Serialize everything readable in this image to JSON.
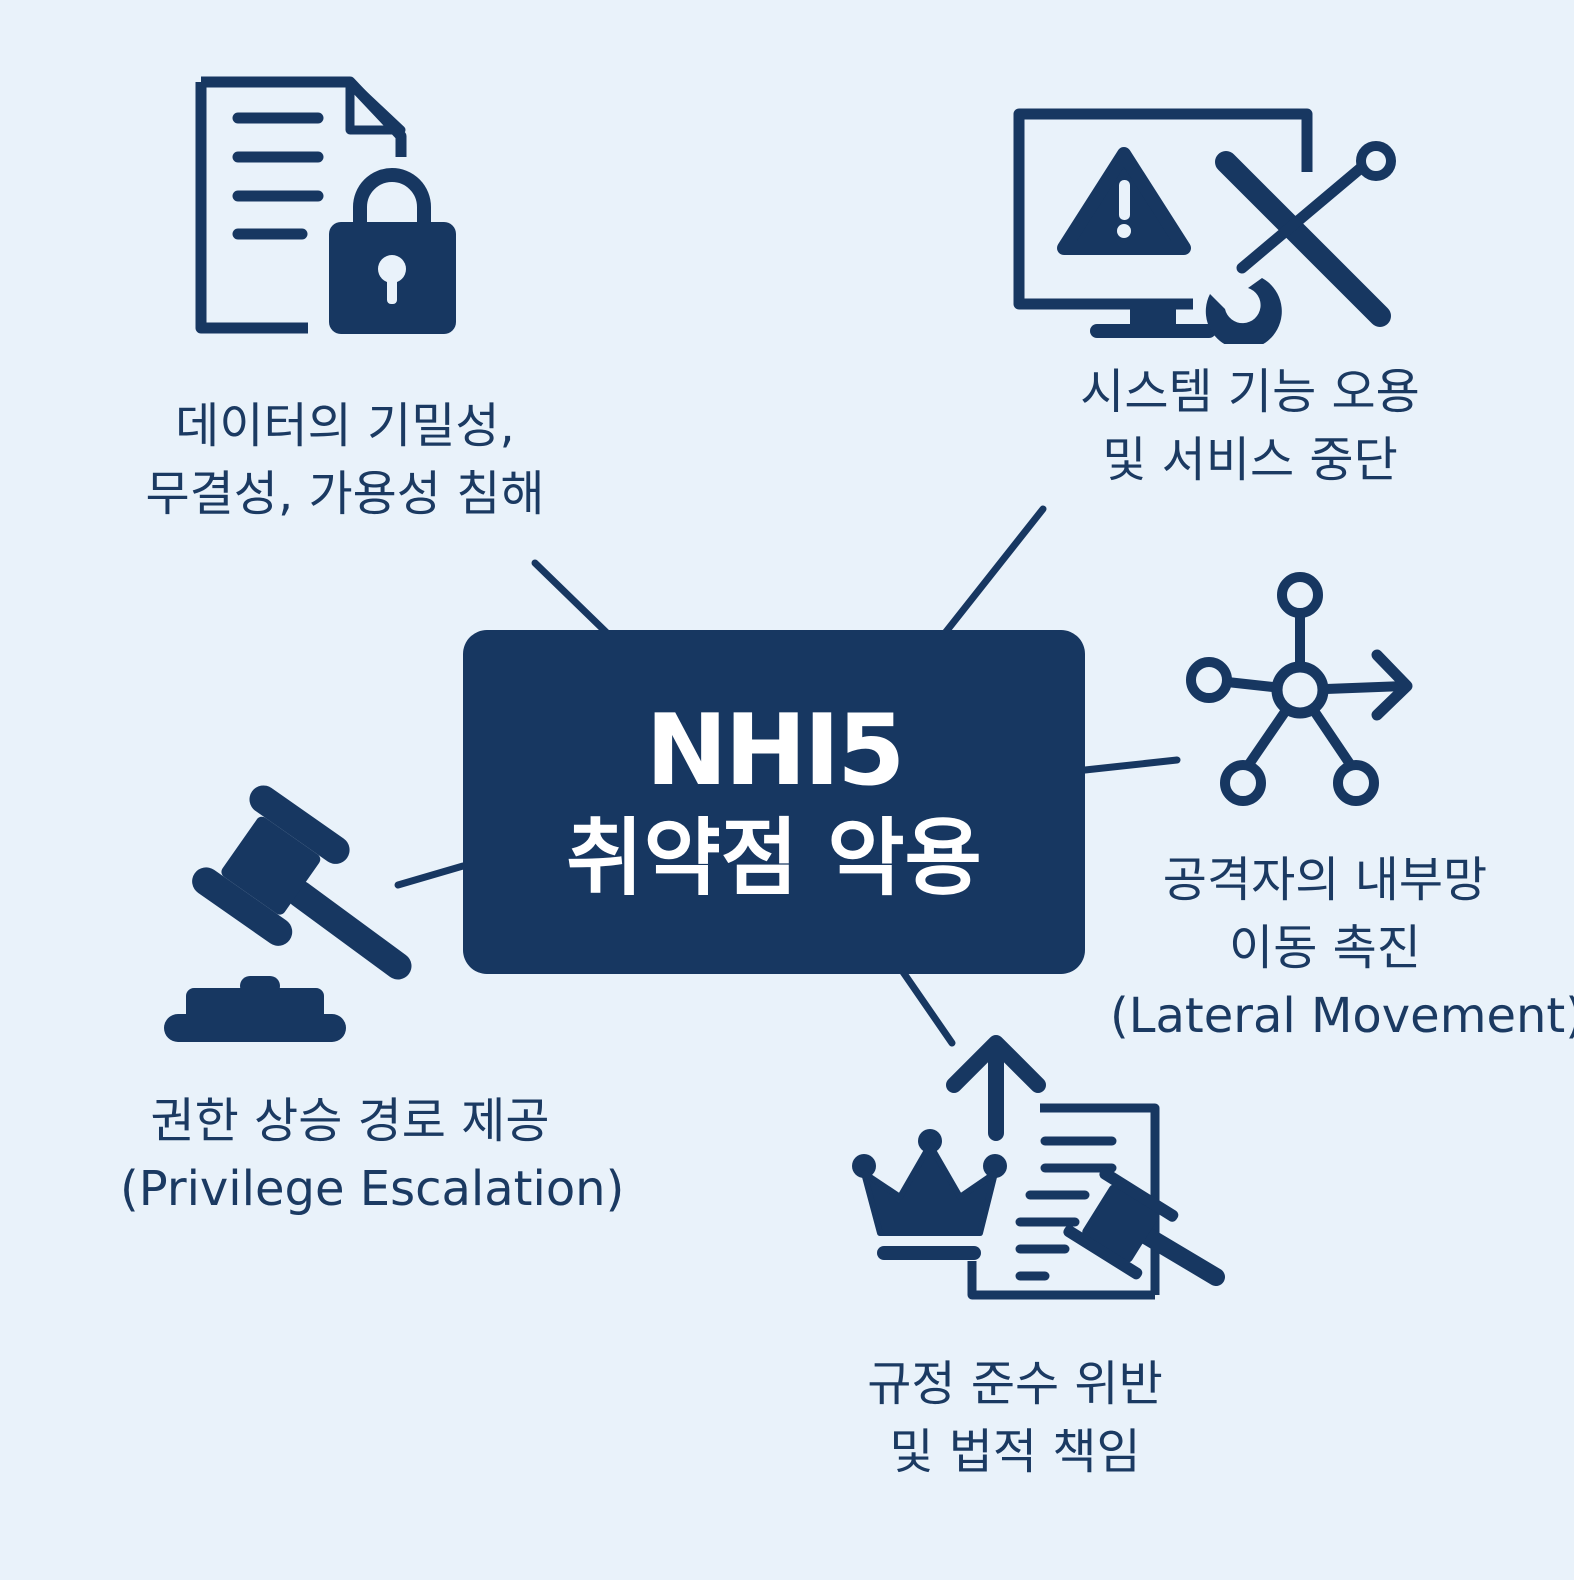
{
  "center": {
    "code": "NHI5",
    "title": "취약점 악용"
  },
  "impacts": [
    {
      "id": "data",
      "icon": "locked-document-icon",
      "lines": [
        "데이터의 기밀성,",
        "무결성, 가용성 침해"
      ]
    },
    {
      "id": "system",
      "icon": "monitor-warning-tools-icon",
      "lines": [
        "시스템 기능 오용",
        "및 서비스 중단"
      ]
    },
    {
      "id": "lateral",
      "icon": "network-nodes-arrow-icon",
      "lines": [
        "공격자의 내부망",
        "이동 촉진",
        "(Lateral Movement)"
      ]
    },
    {
      "id": "compliance",
      "icon": "crown-document-gavel-icon",
      "lines": [
        "규정 준수 위반",
        "및 법적 책임"
      ]
    },
    {
      "id": "privilege",
      "icon": "gavel-icon",
      "lines": [
        "권한 상승 경로 제공",
        "(Privilege Escalation)"
      ]
    }
  ],
  "colors": {
    "background": "#e9f2fa",
    "primary": "#173761",
    "text": "#1b3a62"
  }
}
